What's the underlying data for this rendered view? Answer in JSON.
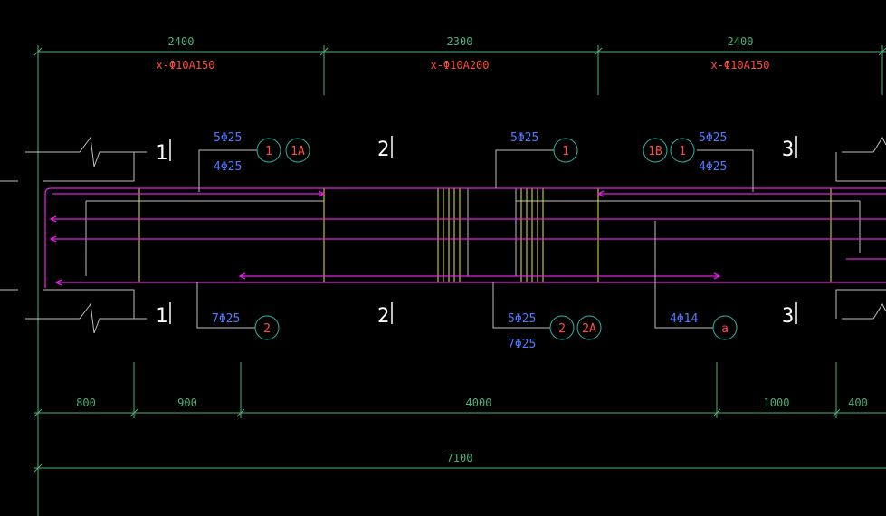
{
  "colors": {
    "background": "#000000",
    "dimension": "#4caf7a",
    "stirrup_text": "#ff4d3a",
    "rebar_label": "#4f7bff",
    "section_mark": "#ffffff",
    "rebar_line": "#e020e0",
    "stirrup_line": "#e8e840",
    "outline": "#c0c0c0",
    "bubble_ring": "#2fb6a6"
  },
  "top_dimensions": {
    "spans": [
      "2400",
      "2300",
      "2400"
    ],
    "stirrups": [
      "x-Φ10A150",
      "x-Φ10A200",
      "x-Φ10A150"
    ]
  },
  "bottom_dimensions": {
    "segments": [
      "800",
      "900",
      "4000",
      "1000",
      "400"
    ],
    "total": "7100"
  },
  "section_marks": [
    "1",
    "2",
    "3"
  ],
  "rebar_labels": {
    "top_left_1": "5Φ25",
    "top_left_2": "4Φ25",
    "top_mid": "5Φ25",
    "top_right_1": "5Φ25",
    "top_right_2": "4Φ25",
    "bot_left": "7Φ25",
    "bot_mid_1": "5Φ25",
    "bot_mid_2": "7Φ25",
    "bot_right": "4Φ14"
  },
  "bubbles": {
    "top_left_a": "1",
    "top_left_b": "1A",
    "top_mid": "1",
    "top_right_a": "1B",
    "top_right_b": "1",
    "bot_left": "2",
    "bot_mid_a": "2",
    "bot_mid_b": "2A",
    "bot_right": "a"
  }
}
